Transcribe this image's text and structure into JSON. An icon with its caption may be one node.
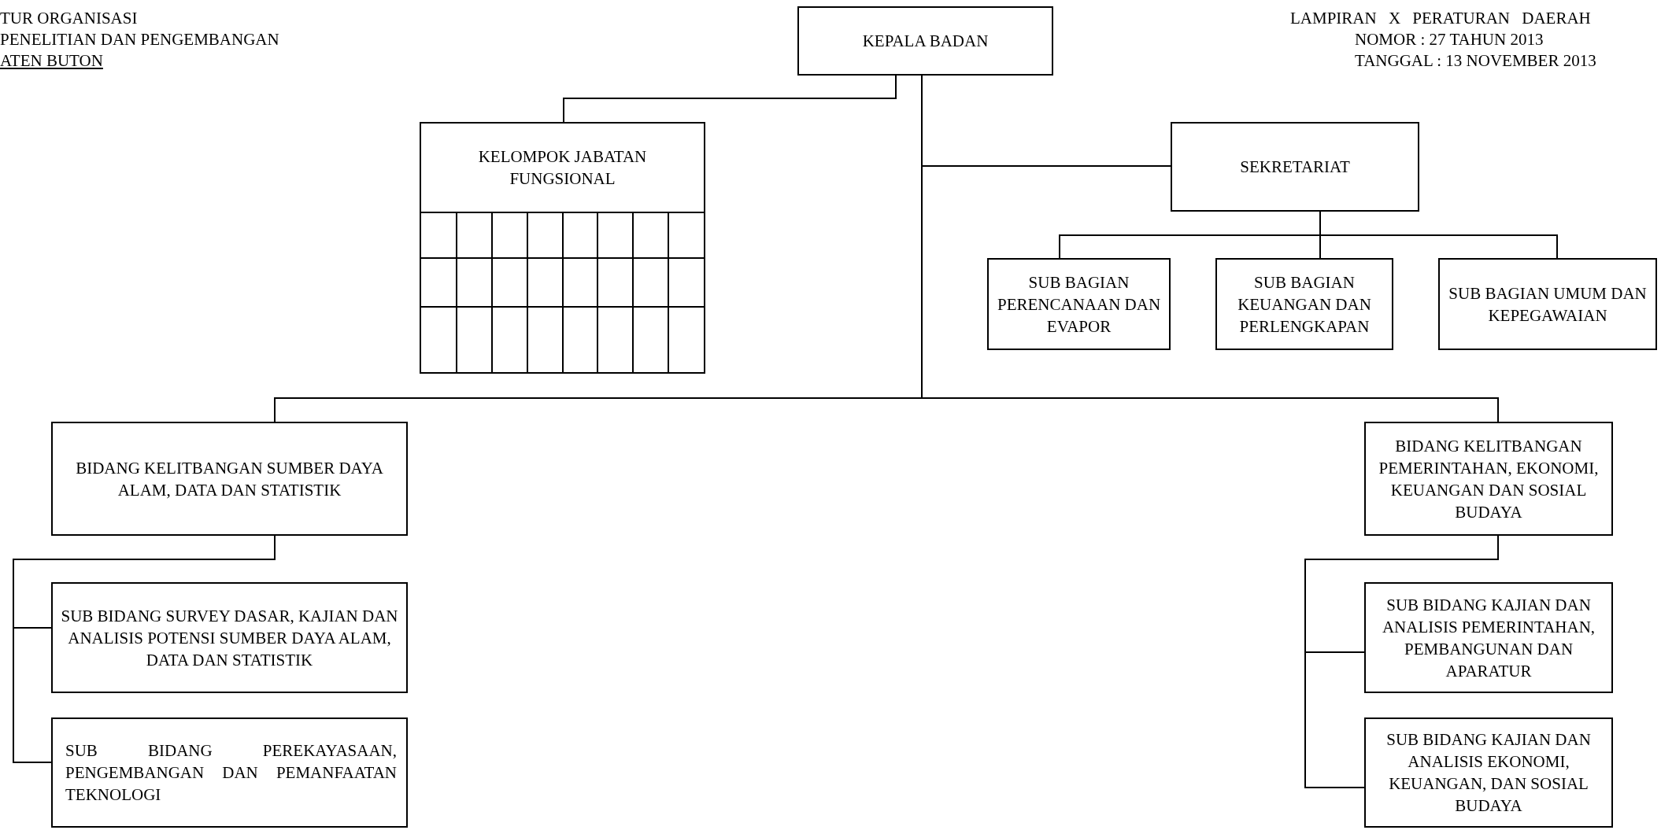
{
  "diagram": {
    "nodes": [
      {
        "text": [
          "KEPALA BADAN"
        ]
      },
      {
        "text": [
          "KELOMPOK JABATAN FUNGSIONAL"
        ]
      },
      {
        "text": [
          "SEKRETARIAT"
        ]
      },
      {
        "text": [
          "SUB BAGIAN PERENCANAAN DAN EVAPOR"
        ]
      },
      {
        "text": [
          "SUB BAGIAN KEUANGAN DAN PERLENGKAPAN"
        ]
      },
      {
        "text": [
          "SUB BAGIAN UMUM DAN KEPEGAWAIAN"
        ]
      },
      {
        "text": [
          "BIDANG KELITBANGAN SUMBER DAYA ALAM, DATA DAN STATISTIK"
        ]
      },
      {
        "text": [
          "BIDANG KELITBANGAN PEMERINTAHAN, EKONOMI, KEUANGAN DAN SOSIAL BUDAYA"
        ]
      },
      {
        "text": [
          "SUB BIDANG SURVEY DASAR, KAJIAN DAN ANALISIS POTENSI SUMBER DAYA ALAM, DATA DAN STATISTIK"
        ]
      },
      {
        "text": [
          "SUB BIDANG PEREKAYASAAN, PENGEMBANGAN DAN PEMANFAATAN TEKNOLOGI"
        ]
      },
      {
        "text": [
          "SUB BIDANG KAJIAN DAN ANALISIS PEMERINTAHAN, PEMBANGUNAN DAN APARATUR"
        ]
      },
      {
        "text": [
          "SUB BIDANG KAJIAN DAN ANALISIS EKONOMI, KEUANGAN, DAN SOSIAL BUDAYA"
        ]
      }
    ],
    "edges": [
      {
        "from": 0,
        "to": 1,
        "arrow": "none"
      },
      {
        "from": 0,
        "to": 2,
        "arrow": "none"
      },
      {
        "from": 2,
        "to": 3,
        "arrow": "none"
      },
      {
        "from": 2,
        "to": 4,
        "arrow": "none"
      },
      {
        "from": 2,
        "to": 5,
        "arrow": "none"
      },
      {
        "from": 0,
        "to": 6,
        "arrow": "none"
      },
      {
        "from": 0,
        "to": 7,
        "arrow": "none"
      },
      {
        "from": 6,
        "to": 8,
        "arrow": "none"
      },
      {
        "from": 6,
        "to": 9,
        "arrow": "none"
      },
      {
        "from": 7,
        "to": 10,
        "arrow": "none"
      },
      {
        "from": 7,
        "to": 11,
        "arrow": "none"
      }
    ],
    "labels": [
      "TUR ORGANISASI",
      "PENELITIAN DAN PENGEMBANGAN",
      "ATEN BUTON",
      "LAMPIRAN X PERATURAN DAERAH",
      "NOMOR : 27 TAHUN 2013",
      "TANGGAL : 13 NOVEMBER 2013"
    ]
  }
}
